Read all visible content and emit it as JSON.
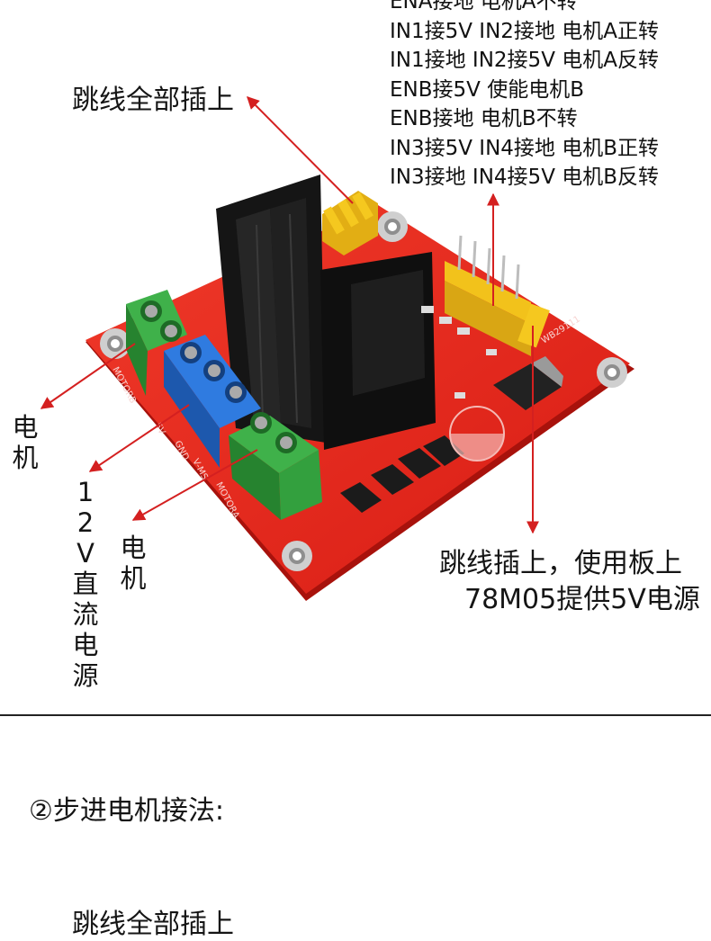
{
  "annotations": {
    "jumper_top": "跳线全部插上",
    "right_lines": [
      "ENA接地 电机A不转",
      "IN1接5V IN2接地 电机A正转",
      "IN1接地 IN2接5V 电机A反转",
      "ENB接5V 使能电机B",
      "ENB接地 电机B不转",
      "IN3接5V IN4接地 电机B正转",
      "IN3接地 IN4接5V 电机B反转"
    ],
    "jumper_bottom_line1": "跳线插上，使用板上",
    "jumper_bottom_line2": "78M05提供5V电源",
    "motor_left": "电机",
    "power": "12V直流电源",
    "motor_mid": "电机"
  },
  "board_silk": {
    "motor_b": "MOTORB",
    "motor_a": "MOTORA",
    "pin_5v": "5V",
    "pin_gnd": "GND",
    "pin_vms": "V-MS",
    "board_code": "WB29111"
  },
  "section": {
    "title": "②步进电机接法:",
    "next_partial": "跳线全部插上"
  },
  "colors": {
    "pcb": "#e8231a",
    "terminal_green": "#2f9a3a",
    "terminal_blue": "#2a6fd0",
    "heatsink": "#1a1a1a",
    "jumper_yellow": "#f2c21b",
    "arrow": "#d42020"
  }
}
